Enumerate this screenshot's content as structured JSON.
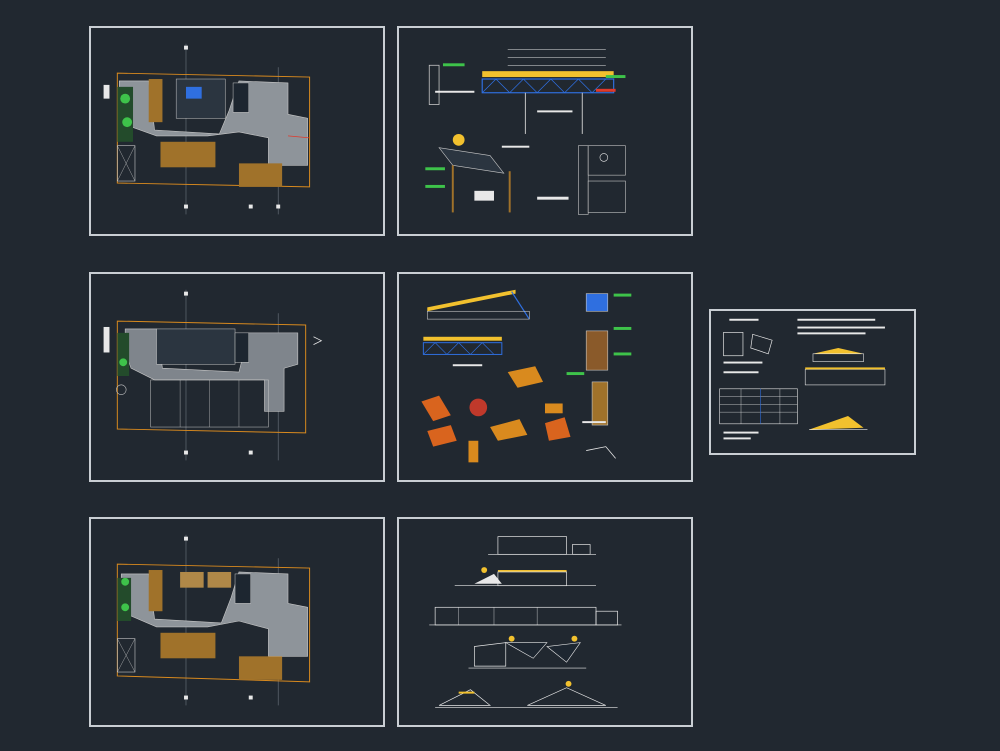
{
  "canvas": {
    "background": "#212830",
    "sheet_border": "#c9ced3"
  },
  "palette": {
    "orange": "#d98a1e",
    "wood": "#a0722a",
    "hatch": "#9aa0a6",
    "green": "#3ec34a",
    "red": "#e0392b",
    "yellow": "#f2c12e",
    "blue": "#2f6fe0",
    "white": "#e8e8e8",
    "tan": "#b08848"
  },
  "sheets": [
    {
      "id": "site-plan-1",
      "type": "floor-plan"
    },
    {
      "id": "structure-details-1",
      "type": "details"
    },
    {
      "id": "floor-plan-2",
      "type": "floor-plan"
    },
    {
      "id": "construction-details-2",
      "type": "details"
    },
    {
      "id": "detail-sheet-small",
      "type": "details"
    },
    {
      "id": "roof-plan-3",
      "type": "floor-plan"
    },
    {
      "id": "elevations-sections",
      "type": "elevations"
    }
  ]
}
